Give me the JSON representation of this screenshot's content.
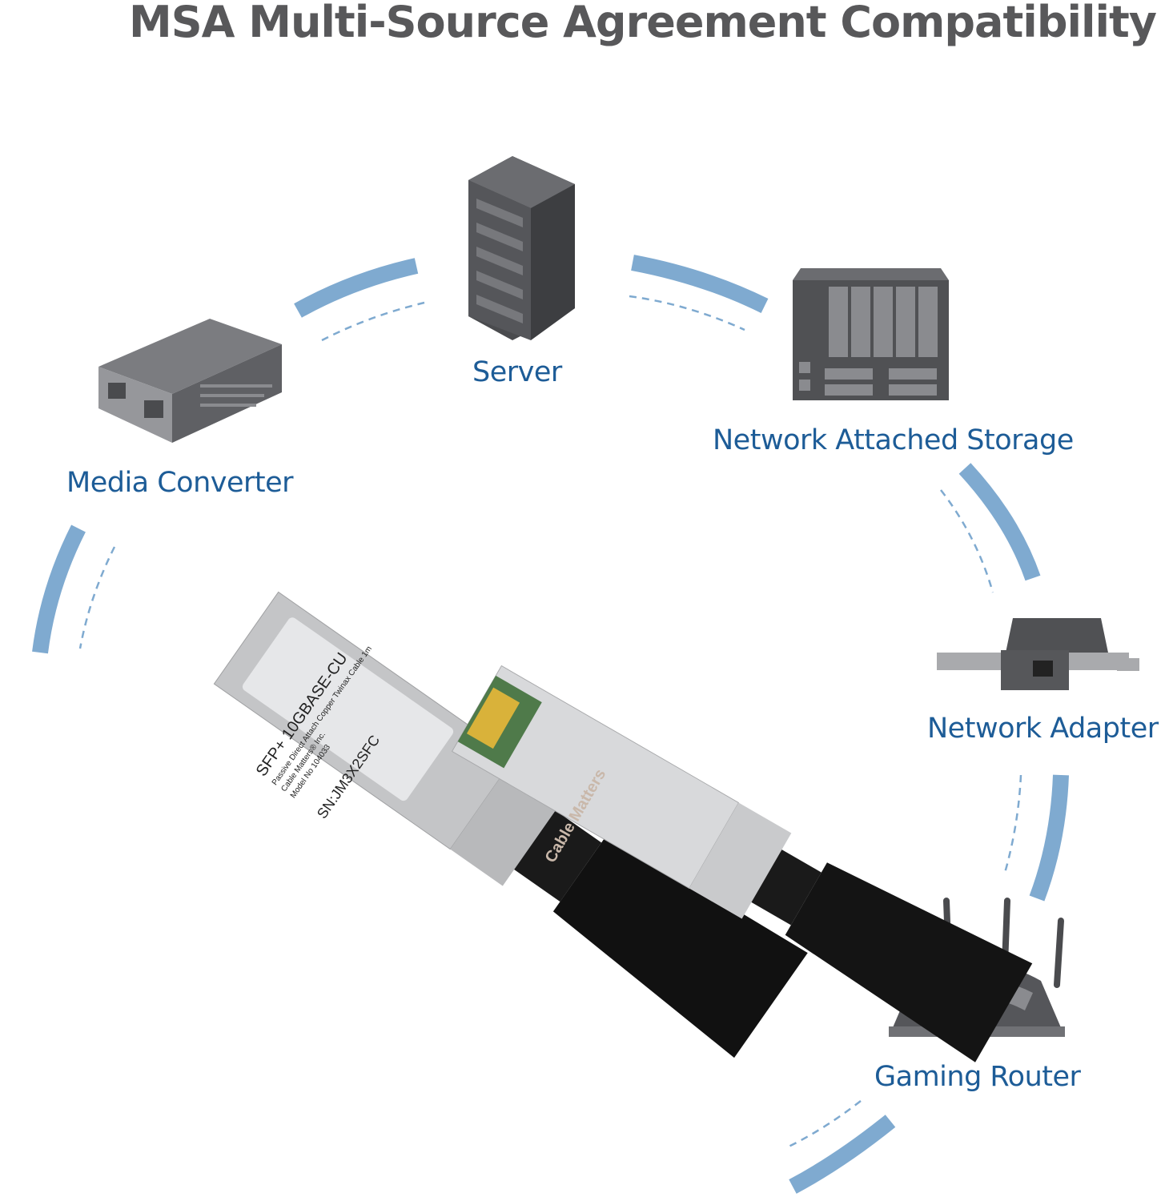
{
  "title": "MSA Multi-Source Agreement Compatibility",
  "devices": {
    "server": "Server",
    "nas": "Network Attached Storage",
    "media_converter": "Media Converter",
    "network_adapter": "Network Adapter",
    "gaming_router": "Gaming Router"
  },
  "module_label": {
    "line1": "SFP+ 10GBASE-CU",
    "line2": "Passive Direct Attach Copper Twinax Cable 1m",
    "line3": "Cable Matters® Inc.",
    "line4": "Model No 104033",
    "serial": "SN:JM3X2SFC"
  },
  "brand_engraving": "Cable Matters",
  "colors": {
    "accent": "#1d5c97",
    "arc": "#7faad0",
    "title": "#58585a",
    "icon": "#5a5b5e"
  }
}
